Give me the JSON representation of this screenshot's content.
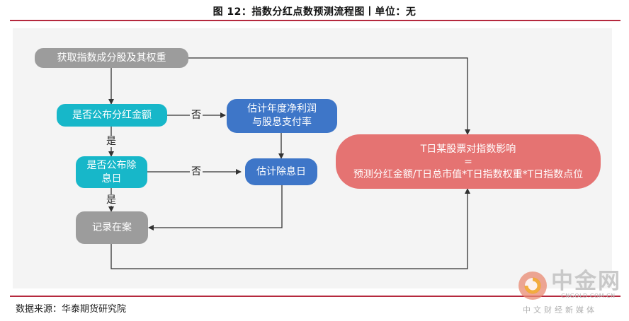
{
  "figure": {
    "title": "图 12：指数分红点数预测流程图丨单位：无"
  },
  "nodes": {
    "get_constituents": "获取指数成分股及其权重",
    "announced_dividend": "是否公布分红金额",
    "estimate_profit": "估计年度净利润\n与股息支付率",
    "announced_exdate": "是否公布除\n息日",
    "estimate_exdate": "估计除息日",
    "record": "记录在案",
    "formula": "T日某股票对指数影响\n=\n预测分红金额/T日总市值*T日指数权重*T日指数点位"
  },
  "edge_labels": {
    "no_dividend": "否",
    "yes_dividend": "是",
    "no_exdate": "否",
    "yes_exdate": "是"
  },
  "colors": {
    "gray": "#9c9c9c",
    "cyan": "#17b7c9",
    "blue": "#3e76c8",
    "red": "#e57372",
    "rule": "#b5293e",
    "line": "#333333"
  },
  "footer": {
    "source": "数据来源：华泰期货研究院"
  },
  "watermark": {
    "brand": "中金网",
    "domain": "CNGOLD.COM.CN",
    "tagline": "中文财经新媒体"
  }
}
